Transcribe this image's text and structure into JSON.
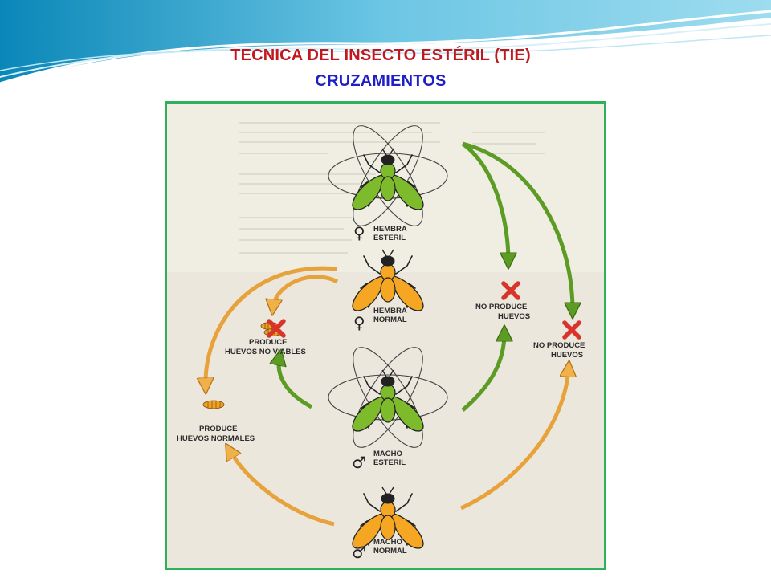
{
  "slide": {
    "title": "TECNICA DEL INSECTO ESTÉRIL (TIE)",
    "subtitle": "CRUZAMIENTOS"
  },
  "colors": {
    "title": "#c0181f",
    "subtitle": "#1f1fc8",
    "frame_border": "#2fb05a",
    "sterile_fly": "#7dbb2c",
    "normal_fly": "#f5a623",
    "green_arrow": "#5d9c24",
    "orange_arrow": "#e8a23c",
    "cross": "#d8342c"
  },
  "diagram": {
    "flies": {
      "hembra_esteril": {
        "symbol": "♀",
        "line1": "HEMBRA",
        "line2": "ESTERIL"
      },
      "hembra_normal": {
        "symbol": "♀",
        "line1": "HEMBRA",
        "line2": "NORMAL"
      },
      "macho_esteril": {
        "symbol": "♂",
        "line1": "MACHO",
        "line2": "ESTERIL"
      },
      "macho_normal": {
        "symbol": "♂",
        "line1": "MACHO",
        "line2": "NORMAL"
      }
    },
    "outcomes": {
      "no_produce_1": {
        "line1": "NO PRODUCE",
        "line2": "HUEVOS"
      },
      "no_produce_2": {
        "line1": "NO PRODUCE",
        "line2": "HUEVOS"
      },
      "no_viables": {
        "line1": "PRODUCE",
        "line2": "HUEVOS NO VIABLES"
      },
      "normales": {
        "line1": "PRODUCE",
        "line2": "HUEVOS NORMALES"
      }
    }
  }
}
